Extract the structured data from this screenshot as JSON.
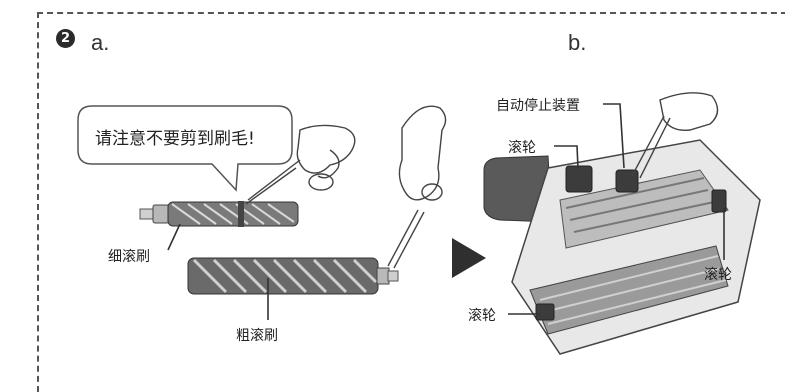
{
  "step": {
    "number": "2"
  },
  "panels": {
    "a_label": "a.",
    "b_label": "b."
  },
  "warning_bubble": {
    "text": "请注意不要剪到刷毛!"
  },
  "labels": {
    "thin_brush": "细滚刷",
    "thick_brush": "粗滚刷",
    "auto_stop": "自动停止装置",
    "roller_top": "滚轮",
    "roller_right": "滚轮",
    "roller_bottom": "滚轮"
  }
}
